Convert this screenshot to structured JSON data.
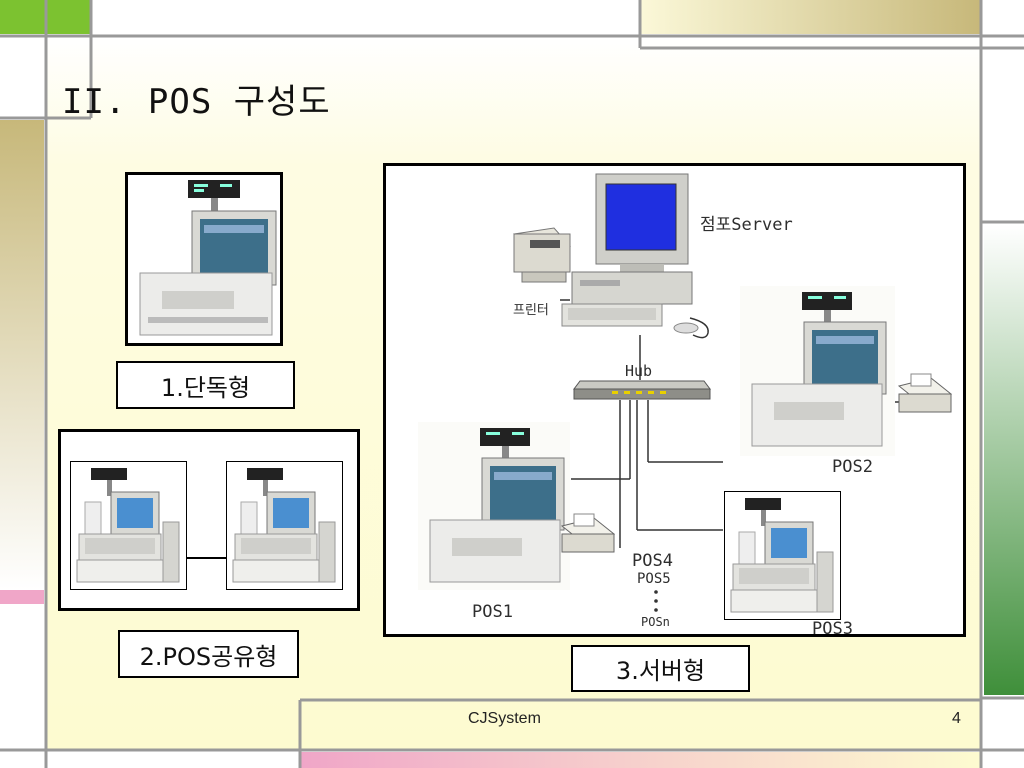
{
  "slide": {
    "title": "II. POS 구성도",
    "footer_company": "CJSystem",
    "page_number": "4"
  },
  "types": {
    "standalone": "1.단독형",
    "shared": "2.POS공유형",
    "server": "3.서버형"
  },
  "server_diagram": {
    "server_label": "점포Server",
    "printer_label": "프린터",
    "hub_label": "Hub",
    "pos_labels": {
      "pos1": "POS1",
      "pos2": "POS2",
      "pos3": "POS3",
      "pos4": "POS4",
      "pos5": "POS5",
      "posn": "POSn"
    }
  },
  "colors": {
    "lime_green": "#7cc230",
    "khaki": "#c7b87a",
    "pink": "#f0a6c8",
    "dark_green": "#3f8f3a",
    "cream": "#fdfbd0",
    "monitor_screen": "#1f2fe0",
    "frame_gray": "#999999"
  }
}
